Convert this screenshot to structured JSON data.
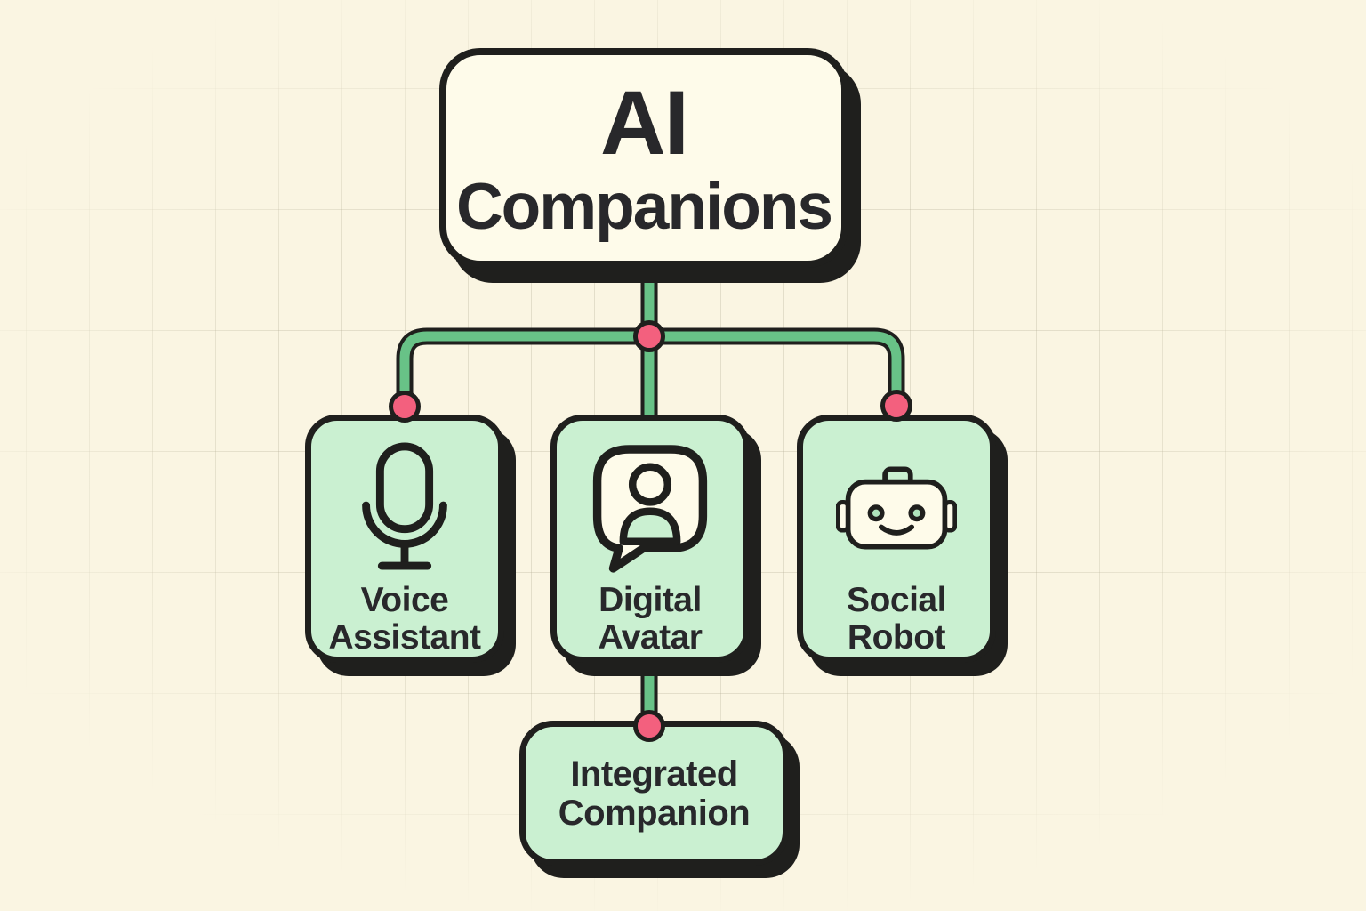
{
  "title": "AI Companions taxonomy diagram",
  "colors": {
    "background": "#FAF5E2",
    "panel_cream": "#FEFBEA",
    "card_green": "#CAF0D1",
    "connector_green": "#68C287",
    "dot_pink": "#F3607E",
    "outline_ink": "#1F1F1D",
    "text_ink": "#28282B",
    "eye_green": "#AFE4BC"
  },
  "root": {
    "line1": "AI",
    "line2": "Companions"
  },
  "nodes": [
    {
      "id": "voice-assistant",
      "line1": "Voice",
      "line2": "Assistant",
      "icon": "microphone-icon"
    },
    {
      "id": "digital-avatar",
      "line1": "Digital",
      "line2": "Avatar",
      "icon": "speech-bubble-avatar-icon"
    },
    {
      "id": "social-robot",
      "line1": "Social",
      "line2": "Robot",
      "icon": "robot-face-icon"
    }
  ],
  "sub_node": {
    "id": "integrated-companion",
    "line1": "Integrated",
    "line2": "Companion"
  }
}
